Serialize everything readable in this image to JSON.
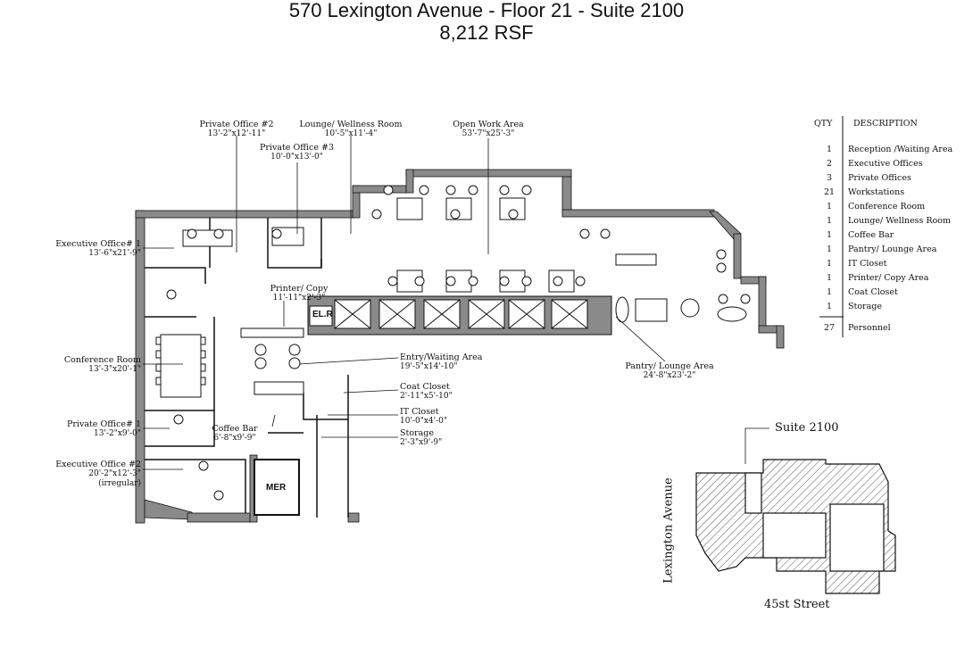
{
  "header": {
    "title": "570 Lexington Avenue - Floor 21 - Suite 2100",
    "subtitle": "8,212 RSF"
  },
  "rooms": {
    "private_office_2": {
      "name": "Private Office #2",
      "dims": "13'-2\"x12'-11\""
    },
    "lounge_wellness": {
      "name": "Lounge/ Wellness Room",
      "dims": "10'-5\"x11'-4\""
    },
    "open_work_area": {
      "name": "Open Work Area",
      "dims": "53'-7\"x25'-3\""
    },
    "private_office_3": {
      "name": "Private Office #3",
      "dims": "10'-0\"x13'-0\""
    },
    "executive_office_1": {
      "name": "Executive Office# 1",
      "dims": "13'-6\"x21'-9\""
    },
    "printer_copy": {
      "name": "Printer/ Copy",
      "dims": "11'-11\"x2'-3\""
    },
    "conference_room": {
      "name": "Conference Room",
      "dims": "13'-3\"x20'-1\""
    },
    "entry_waiting": {
      "name": "Entry/Waiting Area",
      "dims": "19'-5\"x14'-10\""
    },
    "pantry_lounge": {
      "name": "Pantry/ Lounge Area",
      "dims": "24'-8\"x23'-2\""
    },
    "coat_closet": {
      "name": "Coat Closet",
      "dims": "2'-11\"x5'-10\""
    },
    "it_closet": {
      "name": "IT Closet",
      "dims": "10'-0\"x4'-0\""
    },
    "private_office_1": {
      "name": "Private Office# 1",
      "dims": "13'-2\"x9'-0\""
    },
    "coffee_bar": {
      "name": "Coffee Bar",
      "dims": "6'-8\"x9'-9\""
    },
    "storage": {
      "name": "Storage",
      "dims": "2'-3\"x9'-9\""
    },
    "executive_office_2": {
      "name": "Executive Office #2",
      "dims": "20'-2\"x12'-3\"",
      "note": "(irregular)"
    }
  },
  "plan_labels": {
    "elr": "EL.R",
    "mer": "MER"
  },
  "legend": {
    "qty_header": "QTY",
    "desc_header": "DESCRIPTION",
    "items": [
      {
        "qty": "1",
        "desc": "Reception /Waiting Area"
      },
      {
        "qty": "2",
        "desc": "Executive Offices"
      },
      {
        "qty": "3",
        "desc": "Private Offices"
      },
      {
        "qty": "21",
        "desc": "Workstations"
      },
      {
        "qty": "1",
        "desc": "Conference Room"
      },
      {
        "qty": "1",
        "desc": "Lounge/ Wellness Room"
      },
      {
        "qty": "1",
        "desc": "Coffee Bar"
      },
      {
        "qty": "1",
        "desc": "Pantry/ Lounge Area"
      },
      {
        "qty": "1",
        "desc": "IT Closet"
      },
      {
        "qty": "1",
        "desc": "Printer/ Copy Area"
      },
      {
        "qty": "1",
        "desc": "Coat Closet"
      },
      {
        "qty": "1",
        "desc": "Storage"
      }
    ],
    "total_qty": "27",
    "total_desc": "Personnel"
  },
  "key_plan": {
    "suite_label": "Suite 2100",
    "street_left": "Lexington Avenue",
    "street_bottom": "45st Street"
  },
  "colors": {
    "wall": "#8a8a8a",
    "line": "#111111",
    "hatch": "#555555"
  }
}
